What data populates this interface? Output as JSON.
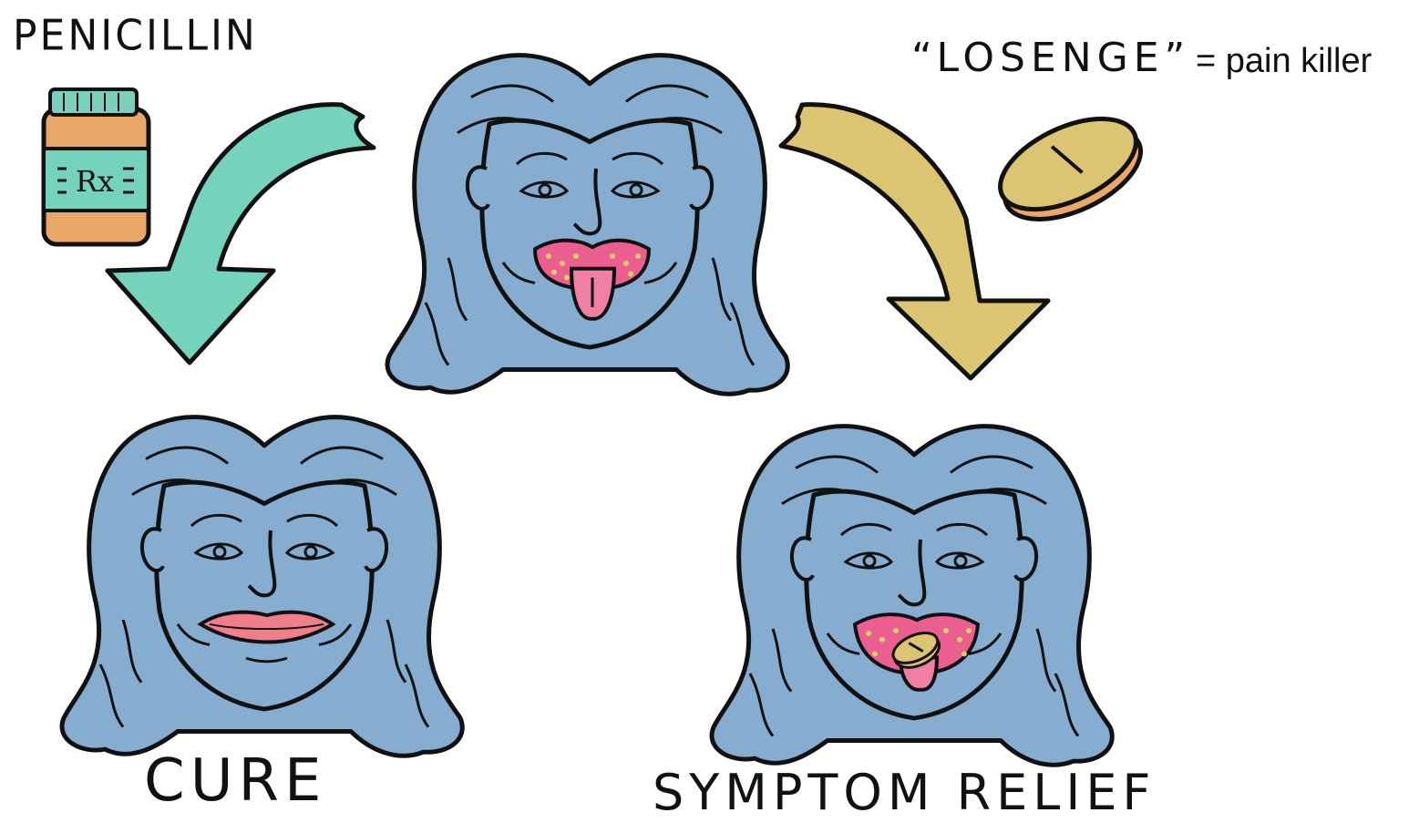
{
  "labels": {
    "penicillin": "PENICILLIN",
    "losenge": "“LOSENGE”",
    "pain_killer": "= pain killer",
    "cure": "CURE",
    "symptom_relief": "SYMPTOM RELIEF"
  },
  "bottle_label": "Rx",
  "colors": {
    "skin_hair": "#86acd0",
    "outline": "#111111",
    "cure_arrow": "#74d2bd",
    "relief_arrow": "#dcc572",
    "bottle": "#e9a868",
    "bottle_label_bg": "#74d2bd",
    "tongue": "#ea5f8f",
    "dots": "#d6cf6e",
    "pill": "#dcc572",
    "lips": "#ef7f8a"
  }
}
